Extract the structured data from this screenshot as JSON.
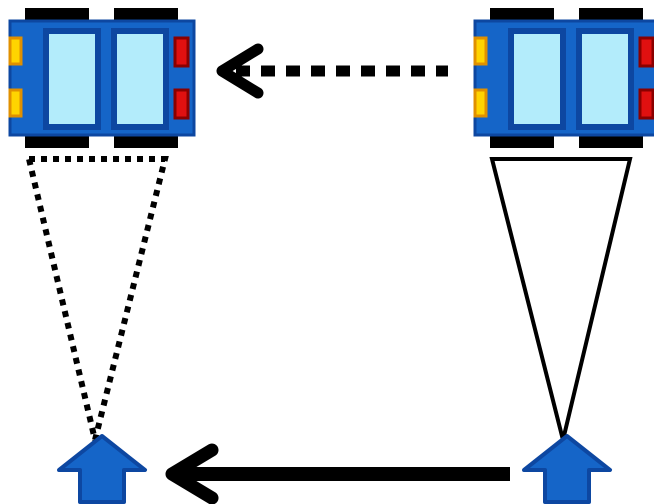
{
  "colors": {
    "background": "#ffffff",
    "car_body": "#1565c8",
    "car_outline": "#0d47a1",
    "car_window": "#b3ecfb",
    "wheel": "#000000",
    "headlight": "#ffd400",
    "headlight_outline": "#e09000",
    "taillight": "#e01010",
    "taillight_outline": "#8a0000",
    "observer_arrow": "#1565c8",
    "observer_arrow_outline": "#0d47a1",
    "line": "#000000"
  },
  "diagram": {
    "cars": [
      {
        "id": "car-left",
        "icon": "car-icon",
        "facing": "left",
        "state": "later position"
      },
      {
        "id": "car-right",
        "icon": "car-icon",
        "facing": "left",
        "state": "earlier position"
      }
    ],
    "observers": [
      {
        "id": "observer-left",
        "icon": "up-arrow-icon"
      },
      {
        "id": "observer-right",
        "icon": "up-arrow-icon"
      }
    ],
    "motion_arrows": [
      {
        "id": "car-motion-arrow",
        "style": "dotted",
        "direction": "left"
      },
      {
        "id": "observer-motion-arrow",
        "style": "solid",
        "direction": "left"
      }
    ],
    "sight_cones": [
      {
        "id": "sight-cone-left",
        "style": "dotted"
      },
      {
        "id": "sight-cone-right",
        "style": "solid"
      }
    ]
  }
}
